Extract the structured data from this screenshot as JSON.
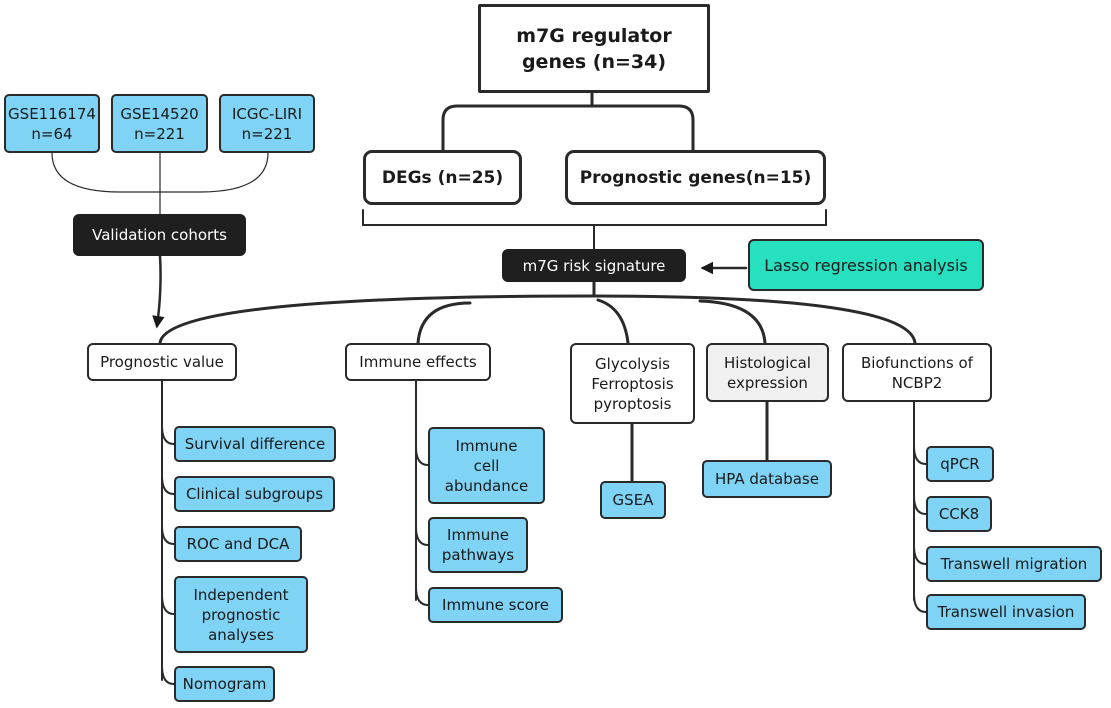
{
  "top": {
    "label": "m7G regulator\ngenes (n=34)"
  },
  "degs": {
    "label": "DEGs (n=25)"
  },
  "prognostic_genes": {
    "label": "Prognostic genes(n=15)"
  },
  "signature": {
    "label": "m7G risk signature"
  },
  "lasso": {
    "label": "Lasso regression analysis"
  },
  "cohorts": [
    {
      "label": "GSE116174\nn=64"
    },
    {
      "label": "GSE14520\nn=221"
    },
    {
      "label": "ICGC-LIRI\nn=221"
    }
  ],
  "validation": {
    "label": "Validation cohorts"
  },
  "categories": {
    "prognostic": {
      "label": "Prognostic value",
      "items": [
        "Survival difference",
        "Clinical subgroups",
        "ROC and DCA",
        "Independent\nprognostic\nanalyses",
        "Nomogram"
      ]
    },
    "immune": {
      "label": "Immune effects",
      "items": [
        "Immune\ncell\nabundance",
        "Immune\npathways",
        "Immune score"
      ]
    },
    "glycolysis": {
      "label": "Glycolysis\nFerroptosis\npyroptosis",
      "items": [
        "GSEA"
      ]
    },
    "histological": {
      "label": "Histological\nexpression",
      "items": [
        "HPA database"
      ]
    },
    "biofunctions": {
      "label": "Biofunctions of\nNCBP2",
      "items": [
        "qPCR",
        "CCK8",
        "Transwell migration",
        "Transwell invasion"
      ]
    }
  },
  "colors": {
    "node_blue": "#7fd3f5",
    "lasso_teal": "#27e0c0",
    "dark_node": "#1f1f1f",
    "line": "#2a2a2a"
  }
}
